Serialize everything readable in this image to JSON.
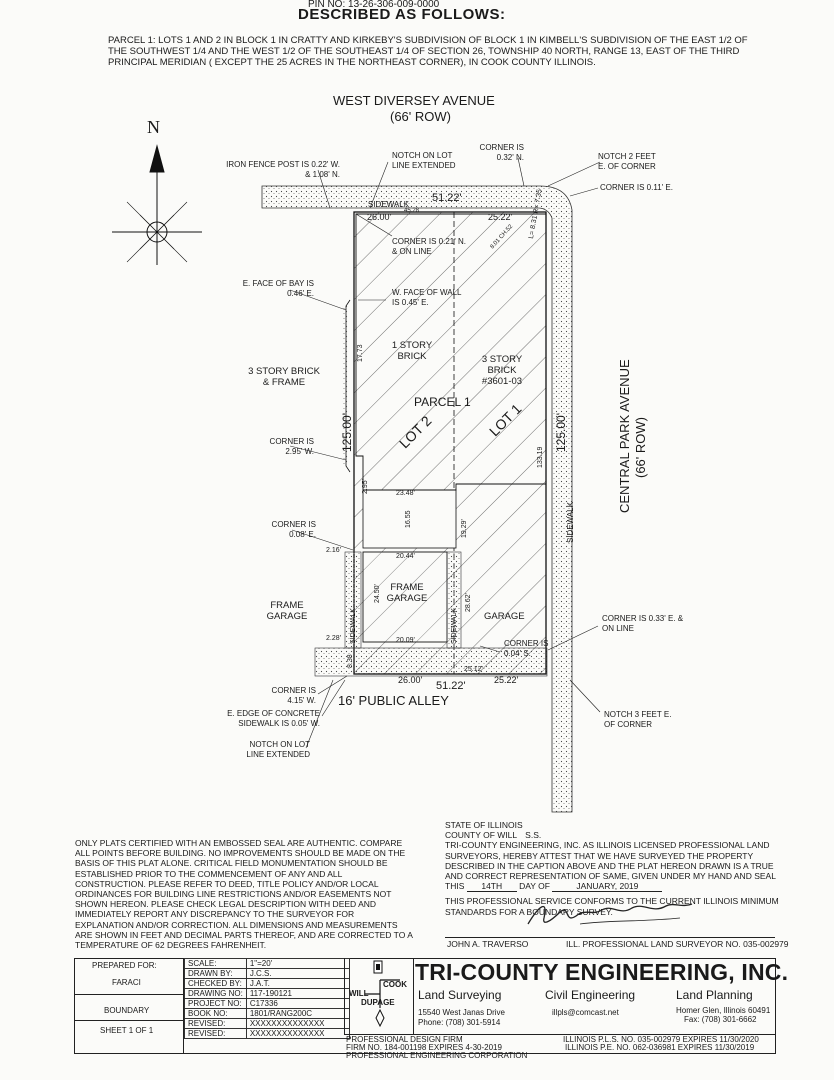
{
  "header": {
    "pin": "PIN NO: 13-26-306-009-0000",
    "title": "DESCRIBED AS FOLLOWS:",
    "legal": "PARCEL 1: LOTS 1 AND 2 IN BLOCK 1 IN CRATTY AND KIRKEBY'S SUBDIVISION OF BLOCK 1 IN KIMBELL'S SUBDIVISION OF THE EAST 1/2 OF THE SOUTHWEST 1/4 AND THE WEST 1/2 OF THE SOUTHEAST 1/4 OF SECTION 26, TOWNSHIP 40 NORTH, RANGE 13, EAST OF THE THIRD PRINCIPAL MERIDIAN ( EXCEPT THE 25 ACRES IN THE NORTHEAST CORNER), IN COOK COUNTY ILLINOIS."
  },
  "plat": {
    "north": "N",
    "street_north": "WEST DIVERSEY AVENUE",
    "row_north": "(66' ROW)",
    "street_east": "CENTRAL PARK AVENUE",
    "row_east": "(66' ROW)",
    "alley": "16' PUBLIC ALLEY",
    "dim_top": "51.22'",
    "dim_bottom": "51.22'",
    "dim_left": "125.00'",
    "dim_right": "125.00'",
    "top_26": "26.00'",
    "top_25": "25.22'",
    "top_4528": "45.28",
    "bot_26": "26.00'",
    "bot_25": "25.22'",
    "bot_2512": "25.12'",
    "curve": "L= 8.31 R= 7.35",
    "chord": "8.01 Ch.52",
    "d2348": "23.48'",
    "d2044": "20.44'",
    "d2009": "20.09'",
    "d1655": "16.55",
    "d1929": "19.29'",
    "d2450": "24.50'",
    "d2862": "28.62'",
    "d2495": "2.95'",
    "d1773": "17.73",
    "d1331": "133.19",
    "d216": "2.16'",
    "d228": "2.28'",
    "d838": "8.38",
    "sidewalk": "SIDEWALK",
    "parcel": "PARCEL 1",
    "lot1": "LOT 1",
    "lot2": "LOT 2",
    "one_story": "1 STORY BRICK",
    "three_story": "3 STORY BRICK #3601-03",
    "bldg_west": "3 STORY BRICK & FRAME",
    "frame_garage_in": "FRAME GARAGE",
    "frame_garage_out": "FRAME GARAGE",
    "garage": "GARAGE",
    "notes": {
      "iron_fence": "IRON FENCE POST IS 0.22' W. & 1.08' N.",
      "notch_ext_top": "NOTCH ON LOT LINE EXTENDED",
      "corner_032": "CORNER IS 0.32' N.",
      "notch_2ft": "NOTCH 2 FEET E. OF CORNER",
      "corner_011": "CORNER IS 0.11' E.",
      "corner_021": "CORNER IS 0.21' N. & ON LINE",
      "bay": "E. FACE OF BAY IS 0.46' E.",
      "wall": "W. FACE OF WALL IS 0.45' E.",
      "corner_295": "CORNER IS 2.95' W.",
      "corner_008": "CORNER IS 0.08' E.",
      "corner_033": "CORNER IS 0.33' E. & ON LINE",
      "corner_004": "CORNER IS 0.04' S.",
      "corner_415": "CORNER IS 4.15' W.",
      "concrete": "E. EDGE OF CONCRETE SIDEWALK IS 0.05' W.",
      "notch_ext_bot": "NOTCH ON LOT LINE EXTENDED",
      "notch_3ft": "NOTCH 3 FEET E. OF CORNER"
    }
  },
  "general_notes": "ONLY PLATS CERTIFIED WITH AN EMBOSSED SEAL ARE AUTHENTIC. COMPARE ALL POINTS BEFORE BUILDING. NO IMPROVEMENTS SHOULD BE MADE ON THE BASIS OF THIS PLAT ALONE. CRITICAL FIELD MONUMENTATION SHOULD BE ESTABLISHED PRIOR TO THE COMMENCEMENT OF ANY AND ALL CONSTRUCTION. PLEASE REFER TO DEED, TITLE POLICY AND/OR LOCAL ORDINANCES FOR BUILDING LINE RESTRICTIONS AND/OR EASEMENTS NOT SHOWN HEREON. PLEASE CHECK LEGAL DESCRIPTION WITH DEED AND IMMEDIATELY REPORT ANY DISCREPANCY TO THE SURVEYOR FOR EXPLANATION AND/OR CORRECTION. ALL DIMENSIONS AND MEASUREMENTS ARE SHOWN IN FEET AND DECIMAL PARTS THEREOF, AND ARE CORRECTED TO A TEMPERATURE OF 62 DEGREES FAHRENHEIT.",
  "certificate": {
    "state": "STATE OF ILLINOIS",
    "county": "COUNTY OF WILL",
    "ss": "S.S.",
    "body": "TRI-COUNTY ENGINEERING, INC. AS ILLINOIS LICENSED PROFESSIONAL LAND SURVEYORS, HEREBY ATTEST THAT WE HAVE SURVEYED THE PROPERTY DESCRIBED IN THE CAPTION ABOVE AND THE PLAT HEREON DRAWN IS A TRUE AND CORRECT REPRESENTATION OF SAME, GIVEN UNDER MY HAND AND SEAL",
    "this": "THIS",
    "day_val": "14TH",
    "day_of": "DAY OF",
    "date_val": "JANUARY, 2019",
    "standard": "THIS PROFESSIONAL SERVICE CONFORMS TO THE CURRENT ILLINOIS MINIMUM STANDARDS FOR A BOUNDARY SURVEY.",
    "surveyor": "JOHN A. TRAVERSO",
    "license": "ILL. PROFESSIONAL LAND SURVEYOR NO. 035-002979"
  },
  "title_block": {
    "prepared_for_label": "PREPARED FOR:",
    "prepared_for": "FARACI",
    "type": "BOUNDARY",
    "sheet": "SHEET 1 OF 1",
    "rows": [
      {
        "label": "SCALE:",
        "value": "1\"=20'"
      },
      {
        "label": "DRAWN BY:",
        "value": "J.C.S."
      },
      {
        "label": "CHECKED BY:",
        "value": "J.A.T."
      },
      {
        "label": "DRAWING NO:",
        "value": "117-190121"
      },
      {
        "label": "PROJECT NO:",
        "value": "C17336"
      },
      {
        "label": "BOOK NO:",
        "value": "1801/RANG200C"
      },
      {
        "label": "REVISED:",
        "value": "XXXXXXXXXXXXXX"
      },
      {
        "label": "REVISED:",
        "value": "XXXXXXXXXXXXXX"
      }
    ],
    "will": "WILL",
    "cook": "COOK",
    "dupage": "DUPAGE",
    "company": "TRI-COUNTY ENGINEERING, INC.",
    "svc1": "Land Surveying",
    "svc2": "Civil Engineering",
    "svc3": "Land Planning",
    "addr1": "15540 West Janas Drive",
    "addr2": "Phone: (708) 301-5914",
    "email": "illpls@comcast.net",
    "city": "Homer Glen, Illinois  60491",
    "fax": "Fax: (708) 301-6662",
    "design1": "PROFESSIONAL DESIGN FIRM",
    "design2": "FIRM NO. 184-001198  EXPIRES 4-30-2019",
    "design3": "PROFESSIONAL ENGINEERING CORPORATION",
    "pls": "ILLINOIS P.L.S. NO. 035-002979 EXPIRES 11/30/2020",
    "pe": "ILLINOIS P.E. NO. 062-036981 EXPIRES 11/30/2019"
  }
}
